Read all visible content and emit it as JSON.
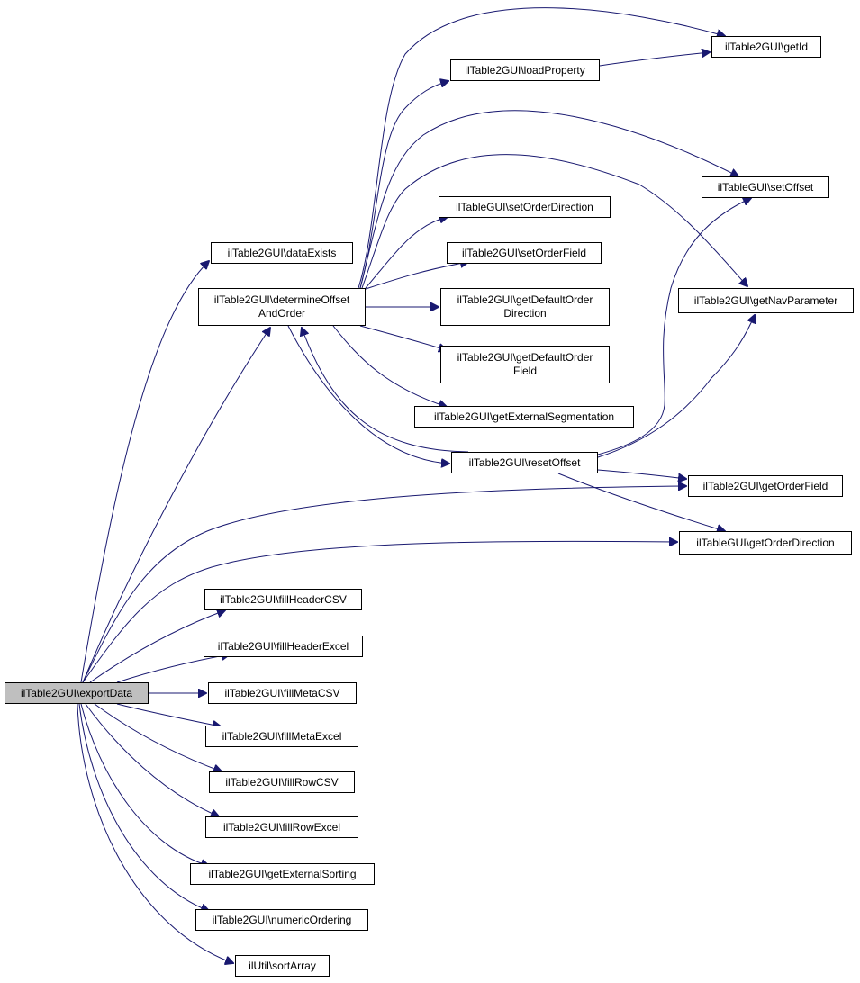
{
  "colors": {
    "edge": "#191970",
    "node_border": "#000000",
    "node_fill": "#ffffff",
    "root_fill": "#bfbfbf"
  },
  "nodes": {
    "root": [
      "ilTable2GUI\\exportData"
    ],
    "dataExists": [
      "ilTable2GUI\\dataExists"
    ],
    "determineOffset": [
      "ilTable2GUI\\determineOffset",
      "AndOrder"
    ],
    "loadProperty": [
      "ilTable2GUI\\loadProperty"
    ],
    "getId": [
      "ilTable2GUI\\getId"
    ],
    "setOffset": [
      "ilTableGUI\\setOffset"
    ],
    "setOrderDirection": [
      "ilTableGUI\\setOrderDirection"
    ],
    "setOrderField": [
      "ilTable2GUI\\setOrderField"
    ],
    "getNavParameter": [
      "ilTable2GUI\\getNavParameter"
    ],
    "getDefaultOrderDirection": [
      "ilTable2GUI\\getDefaultOrder",
      "Direction"
    ],
    "getDefaultOrderField": [
      "ilTable2GUI\\getDefaultOrder",
      "Field"
    ],
    "getExternalSegmentation": [
      "ilTable2GUI\\getExternalSegmentation"
    ],
    "resetOffset": [
      "ilTable2GUI\\resetOffset"
    ],
    "getOrderField": [
      "ilTable2GUI\\getOrderField"
    ],
    "getOrderDirection": [
      "ilTableGUI\\getOrderDirection"
    ],
    "fillHeaderCSV": [
      "ilTable2GUI\\fillHeaderCSV"
    ],
    "fillHeaderExcel": [
      "ilTable2GUI\\fillHeaderExcel"
    ],
    "fillMetaCSV": [
      "ilTable2GUI\\fillMetaCSV"
    ],
    "fillMetaExcel": [
      "ilTable2GUI\\fillMetaExcel"
    ],
    "fillRowCSV": [
      "ilTable2GUI\\fillRowCSV"
    ],
    "fillRowExcel": [
      "ilTable2GUI\\fillRowExcel"
    ],
    "getExternalSorting": [
      "ilTable2GUI\\getExternalSorting"
    ],
    "numericOrdering": [
      "ilTable2GUI\\numericOrdering"
    ],
    "sortArray": [
      "ilUtil\\sortArray"
    ]
  },
  "edges": [
    [
      "root",
      "dataExists"
    ],
    [
      "root",
      "determineOffset"
    ],
    [
      "root",
      "getOrderField"
    ],
    [
      "root",
      "getOrderDirection"
    ],
    [
      "root",
      "fillHeaderCSV"
    ],
    [
      "root",
      "fillHeaderExcel"
    ],
    [
      "root",
      "fillMetaCSV"
    ],
    [
      "root",
      "fillMetaExcel"
    ],
    [
      "root",
      "fillRowCSV"
    ],
    [
      "root",
      "fillRowExcel"
    ],
    [
      "root",
      "getExternalSorting"
    ],
    [
      "root",
      "numericOrdering"
    ],
    [
      "root",
      "sortArray"
    ],
    [
      "determineOffset",
      "getId"
    ],
    [
      "determineOffset",
      "loadProperty"
    ],
    [
      "determineOffset",
      "setOffset"
    ],
    [
      "determineOffset",
      "getNavParameter"
    ],
    [
      "determineOffset",
      "setOrderDirection"
    ],
    [
      "determineOffset",
      "setOrderField"
    ],
    [
      "determineOffset",
      "getDefaultOrderDirection"
    ],
    [
      "determineOffset",
      "getDefaultOrderField"
    ],
    [
      "determineOffset",
      "getExternalSegmentation"
    ],
    [
      "determineOffset",
      "resetOffset"
    ],
    [
      "loadProperty",
      "getId"
    ],
    [
      "resetOffset",
      "determineOffset"
    ],
    [
      "resetOffset",
      "setOffset"
    ],
    [
      "resetOffset",
      "getNavParameter"
    ],
    [
      "resetOffset",
      "getOrderField"
    ],
    [
      "resetOffset",
      "getOrderDirection"
    ]
  ]
}
